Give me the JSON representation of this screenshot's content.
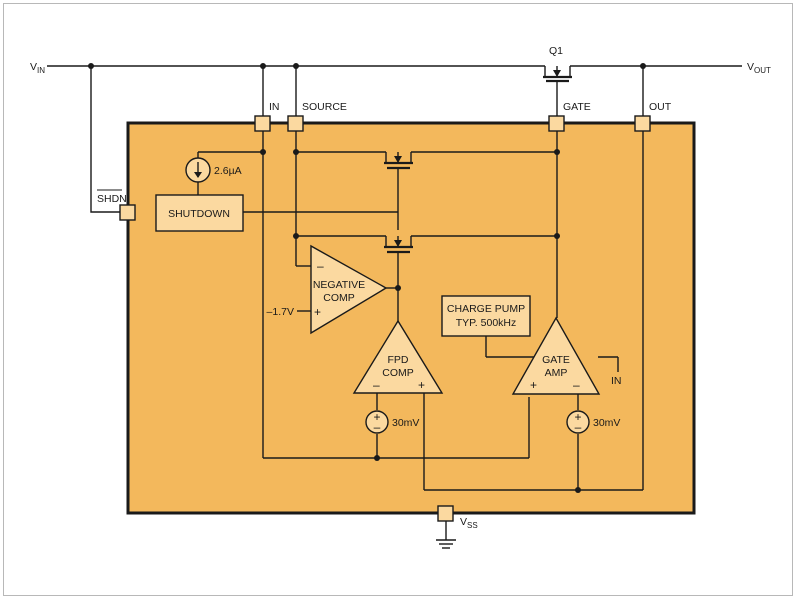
{
  "labels": {
    "vin": "V",
    "vin_sub": "IN",
    "vout": "V",
    "vout_sub": "OUT",
    "vss": "V",
    "vss_sub": "SS",
    "q1": "Q1",
    "pin_in": "IN",
    "pin_source": "SOURCE",
    "pin_gate": "GATE",
    "pin_out": "OUT",
    "pin_shdn": "SHDN",
    "current_source": "2.6µA",
    "shutdown": "SHUTDOWN",
    "neg_comp_1": "NEGATIVE",
    "neg_comp_2": "COMP",
    "neg_ref": "–1.7V",
    "charge_pump_1": "CHARGE PUMP",
    "charge_pump_2": "TYP. 500kHz",
    "fpd_comp_1": "FPD",
    "fpd_comp_2": "COMP",
    "gate_amp_1": "GATE",
    "gate_amp_2": "AMP",
    "gate_amp_in": "IN",
    "offset_fpd": "30mV",
    "offset_gate": "30mV",
    "minus": "–",
    "plus": "+"
  },
  "colors": {
    "chip_fill": "#f3b85c",
    "block_fill": "#fbd9a0",
    "wire": "#1a1a1a"
  }
}
